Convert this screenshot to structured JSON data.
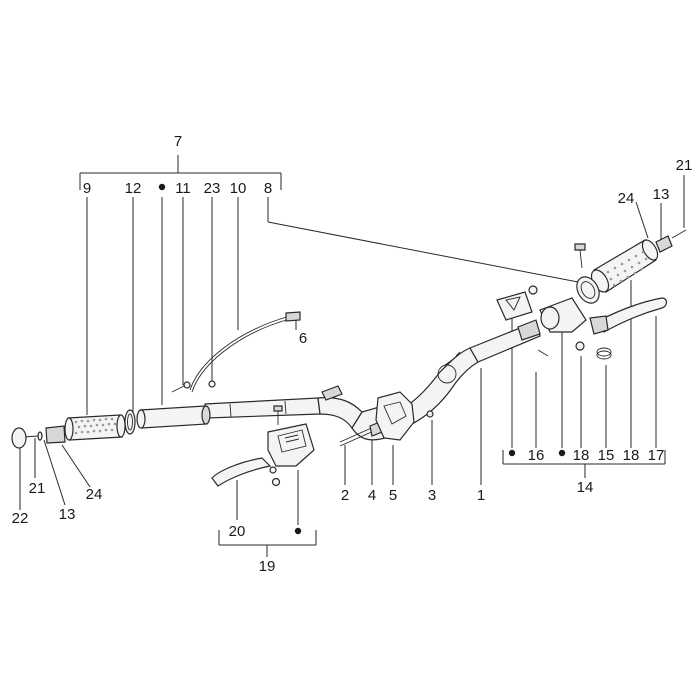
{
  "labels": {
    "p1": "1",
    "p2": "2",
    "p3": "3",
    "p4": "4",
    "p5": "5",
    "p6": "6",
    "p7": "7",
    "p8": "8",
    "p9": "9",
    "p10": "10",
    "p11": "11",
    "p12": "12",
    "p13_left": "13",
    "p13_right": "13",
    "p14": "14",
    "p15": "15",
    "p16": "16",
    "p17": "17",
    "p18_a": "18",
    "p18_b": "18",
    "p19": "19",
    "p20": "20",
    "p21_left": "21",
    "p21_right": "21",
    "p22": "22",
    "p23": "23",
    "p24_left": "24",
    "p24_right": "24"
  },
  "colors": {
    "line": "#2a2a2a",
    "text": "#1a1a1a",
    "part_fill": "#f4f4f4",
    "background": "#ffffff"
  }
}
